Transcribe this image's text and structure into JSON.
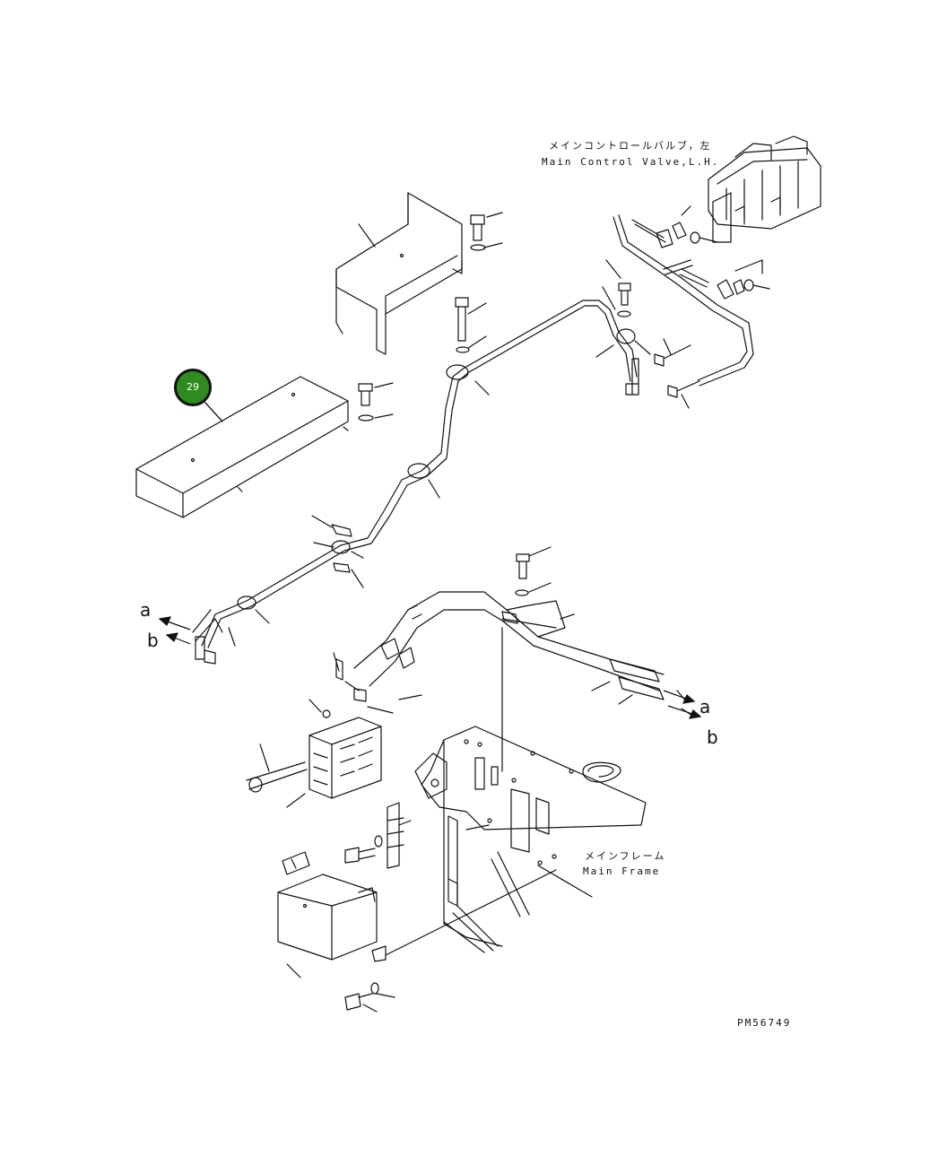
{
  "labels": {
    "main_valve_jp": "メインコントロールバルブ，左",
    "main_valve_en": "Main Control Valve,L.H.",
    "main_frame_jp": "メインフレーム",
    "main_frame_en": "Main Frame",
    "drawing_number": "PM56749"
  },
  "refs": {
    "left_a": "a",
    "left_b": "b",
    "right_a": "a",
    "right_b": "b"
  },
  "callouts": [
    {
      "number": "29",
      "color": "#2f8a1f"
    }
  ],
  "colors": {
    "line": "#111111",
    "background": "#ffffff",
    "callout_fill": "#2f8a1f"
  }
}
